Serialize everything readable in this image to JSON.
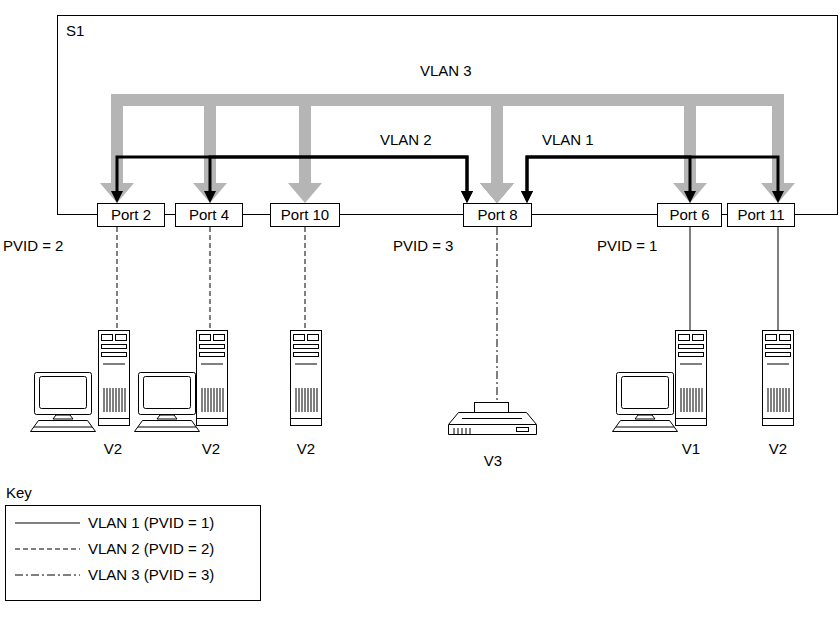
{
  "diagram": {
    "nodes": [
      {
        "text": [
          "S1"
        ]
      },
      {
        "text": [
          "Port 2"
        ]
      },
      {
        "text": [
          "Port 4"
        ]
      },
      {
        "text": [
          "Port 10"
        ]
      },
      {
        "text": [
          "Port 8"
        ]
      },
      {
        "text": [
          "Port 6"
        ]
      },
      {
        "text": [
          "Port 11"
        ]
      }
    ],
    "edges": [
      {
        "from": 4,
        "to": 1,
        "arrow": "both",
        "label": "VLAN 3"
      },
      {
        "from": 4,
        "to": 2,
        "arrow": "both"
      },
      {
        "from": 4,
        "to": 3,
        "arrow": "both"
      },
      {
        "from": 4,
        "to": 5,
        "arrow": "both"
      },
      {
        "from": 4,
        "to": 6,
        "arrow": "both"
      },
      {
        "from": 1,
        "to": 4,
        "arrow": "both",
        "label": "VLAN 2"
      },
      {
        "from": 2,
        "to": 4,
        "arrow": "both"
      },
      {
        "from": 4,
        "to": 5,
        "arrow": "both",
        "label": "VLAN 1"
      },
      {
        "from": 4,
        "to": 6,
        "arrow": "both"
      }
    ],
    "labels": [
      "PVID = 2",
      "PVID = 3",
      "PVID = 1",
      "V2",
      "V2",
      "V2",
      "V3",
      "V1",
      "V2",
      "Key"
    ],
    "legend": [
      {
        "text": "VLAN 1 (PVID = 1)"
      },
      {
        "text": "VLAN 2 (PVID = 2)"
      },
      {
        "text": "VLAN 3 (PVID = 3)"
      }
    ]
  }
}
